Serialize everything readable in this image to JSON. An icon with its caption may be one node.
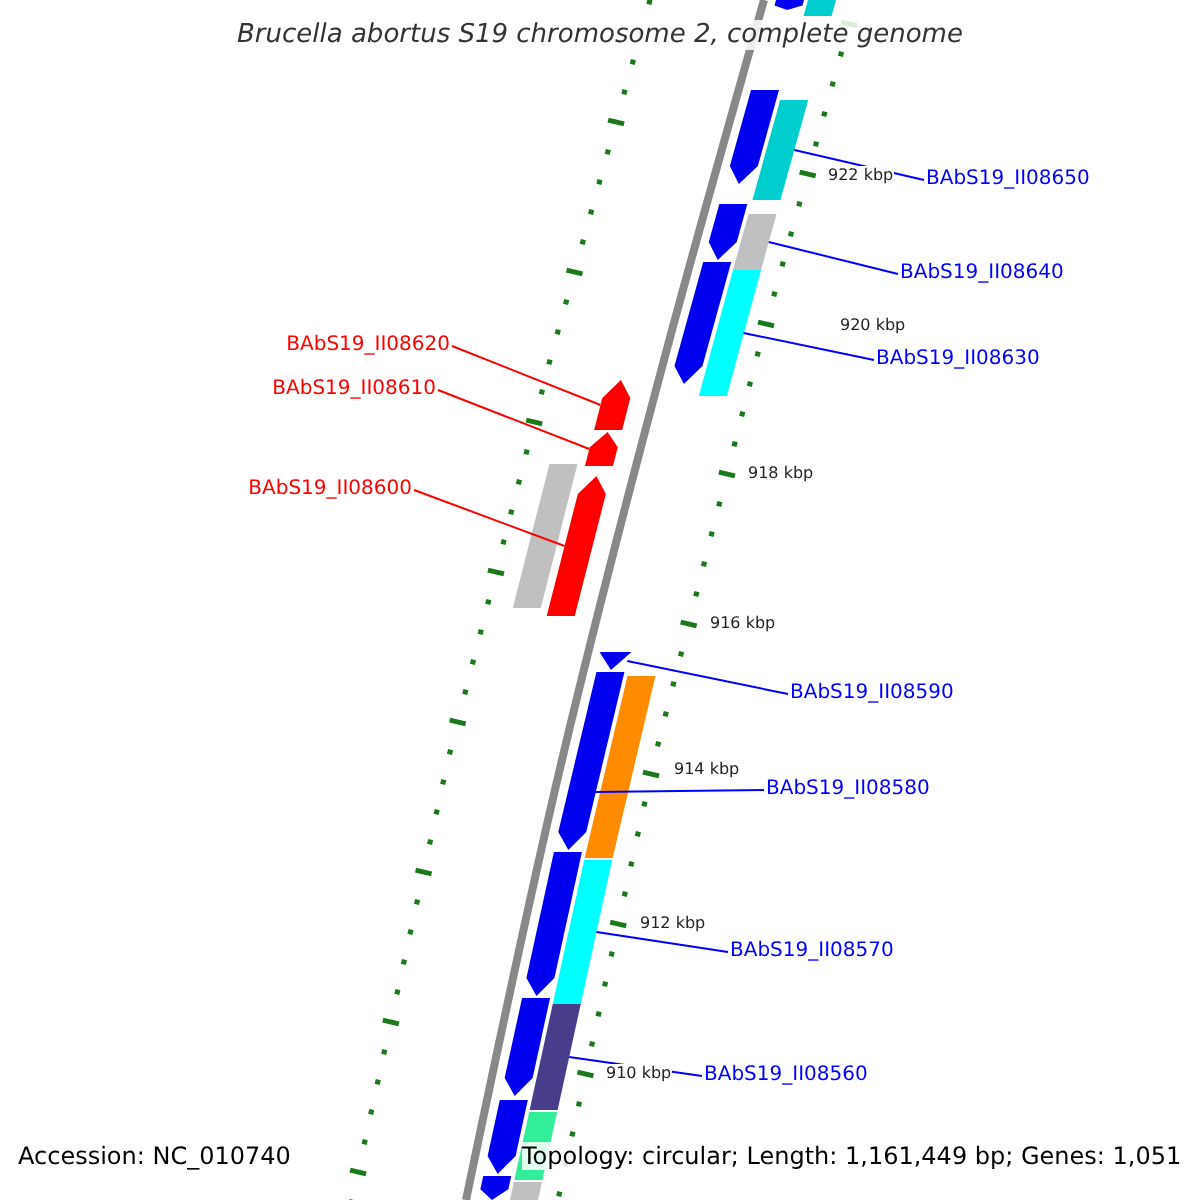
{
  "diagram": {
    "title": "Brucella abortus S19 chromosome 2, complete genome",
    "nodes": [
      {
        "text": [
          "BAbS19_II08650"
        ]
      },
      {
        "text": [
          "BAbS19_II08640"
        ]
      },
      {
        "text": [
          "BAbS19_II08620"
        ]
      },
      {
        "text": [
          "BAbS19_II08630"
        ]
      },
      {
        "text": [
          "BAbS19_II08610"
        ]
      },
      {
        "text": [
          "BAbS19_II08600"
        ]
      },
      {
        "text": [
          "BAbS19_II08590"
        ]
      },
      {
        "text": [
          "BAbS19_II08580"
        ]
      },
      {
        "text": [
          "BAbS19_II08570"
        ]
      },
      {
        "text": [
          "BAbS19_II08560"
        ]
      },
      {
        "text": [],
        "shape": "arrow"
      },
      {
        "text": [],
        "shape": "bar"
      },
      {
        "text": [],
        "shape": "arrow"
      },
      {
        "text": [],
        "shape": "bar"
      },
      {
        "text": [],
        "shape": "arrow"
      },
      {
        "text": [],
        "shape": "bar"
      },
      {
        "text": [],
        "shape": "arrow"
      },
      {
        "text": [],
        "shape": "bar"
      },
      {
        "text": [],
        "shape": "arrow"
      },
      {
        "text": [],
        "shape": "arrow"
      },
      {
        "text": [],
        "shape": "bar"
      },
      {
        "text": [],
        "shape": "arrow"
      },
      {
        "text": [],
        "shape": "triangle"
      },
      {
        "text": [],
        "shape": "arrow"
      },
      {
        "text": [],
        "shape": "bar"
      },
      {
        "text": [],
        "shape": "arrow"
      },
      {
        "text": [],
        "shape": "bar"
      },
      {
        "text": [],
        "shape": "arrow"
      },
      {
        "text": [],
        "shape": "bar"
      },
      {
        "text": [],
        "shape": "arrow"
      },
      {
        "text": [],
        "shape": "bar"
      },
      {
        "text": [],
        "shape": "arrow"
      },
      {
        "text": [],
        "shape": "bar"
      }
    ],
    "edges": [
      {
        "from": 0,
        "to": 13,
        "arrow": "none"
      },
      {
        "from": 1,
        "to": 15,
        "arrow": "none"
      },
      {
        "from": 2,
        "to": 18,
        "arrow": "none",
        "color": "#ff0000"
      },
      {
        "from": 3,
        "to": 17,
        "arrow": "none"
      },
      {
        "from": 4,
        "to": 19,
        "arrow": "none",
        "color": "#ff0000"
      },
      {
        "from": 5,
        "to": 21,
        "arrow": "none",
        "color": "#ff0000"
      },
      {
        "from": 6,
        "to": 22,
        "arrow": "none"
      },
      {
        "from": 7,
        "to": 23,
        "arrow": "none"
      },
      {
        "from": 8,
        "to": 26,
        "arrow": "none"
      },
      {
        "from": 9,
        "to": 28,
        "arrow": "none"
      }
    ],
    "labels": [
      "922 kbp",
      "920 kbp",
      "918 kbp",
      "916 kbp",
      "914 kbp",
      "912 kbp",
      "910 kbp",
      "Accession: NC_010740",
      "Topology: circular; Length: 1,161,449 bp; Genes: 1,051"
    ]
  }
}
